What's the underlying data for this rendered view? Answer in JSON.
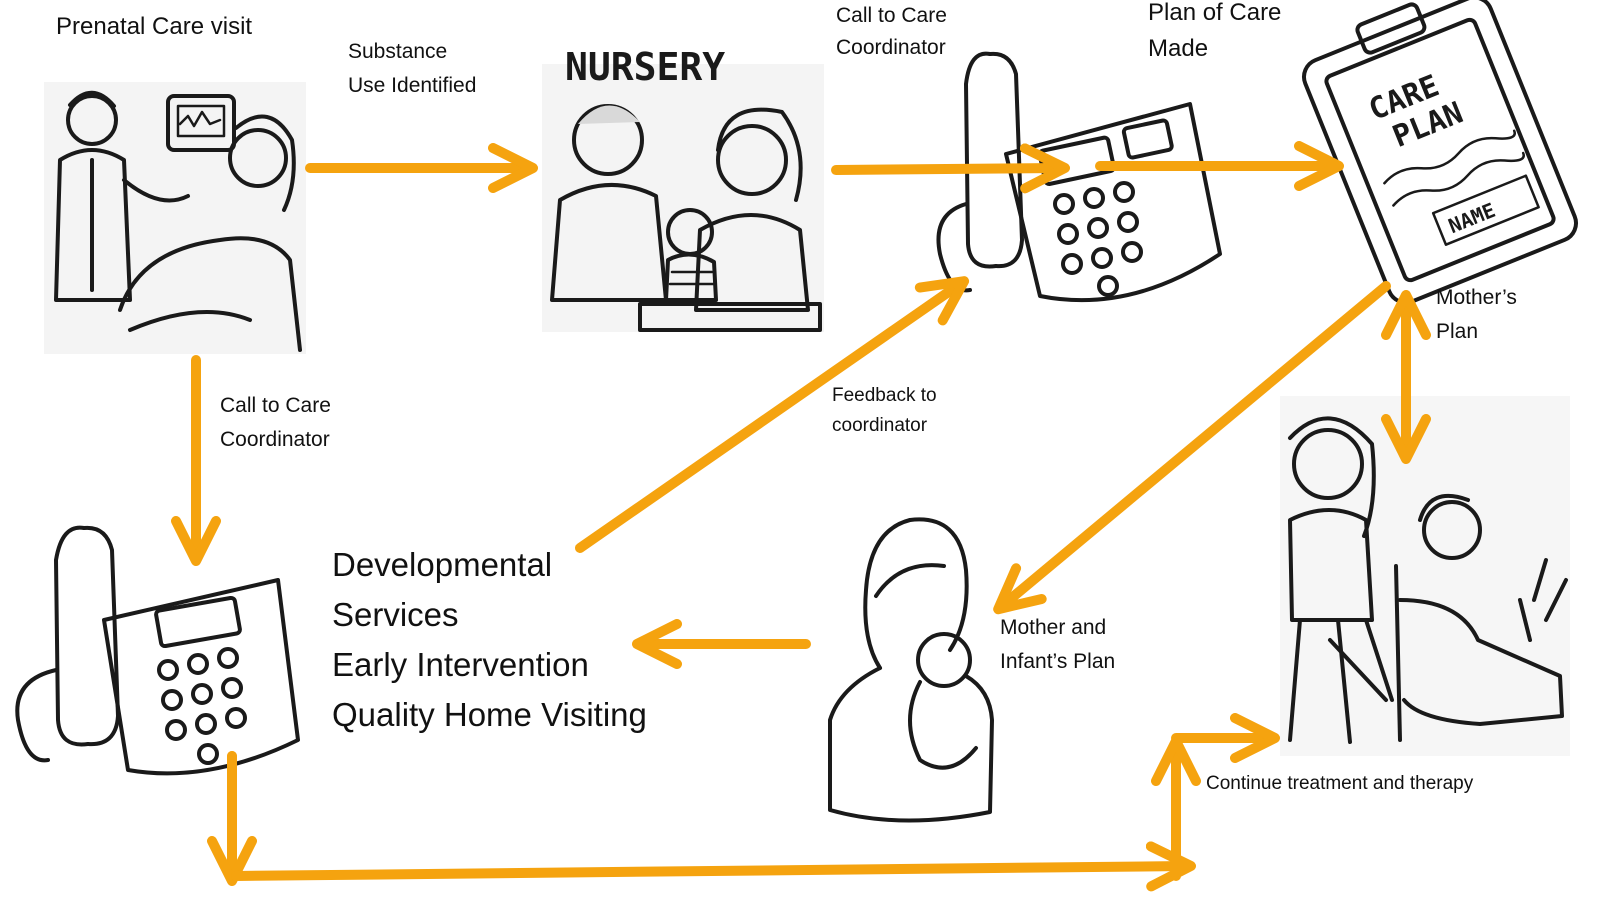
{
  "colors": {
    "arrow": "#F5A30F",
    "ink": "#1a1a1a"
  },
  "labels": {
    "prenatal_visit": "Prenatal Care visit",
    "substance_line1": "Substance",
    "substance_line2": "Use Identified",
    "call_top_line1": "Call to Care",
    "call_top_line2": "Coordinator",
    "plan_made_line1": "Plan of Care",
    "plan_made_line2": "Made",
    "mothers_plan_line1": "Mother’s",
    "mothers_plan_line2": "Plan",
    "call_left_line1": "Call to Care",
    "call_left_line2": "Coordinator",
    "feedback_line1": "Feedback to",
    "feedback_line2": "coordinator",
    "services_line1": "Developmental",
    "services_line2": "Services",
    "services_line3": "Early Intervention",
    "services_line4": "Quality Home Visiting",
    "mother_infant_line1": "Mother and",
    "mother_infant_line2": "Infant’s Plan",
    "continue_treatment": "Continue treatment and therapy"
  },
  "sketch_text": {
    "nursery": "NURSERY",
    "care_plan_line1": "CARE",
    "care_plan_line2": "PLAN",
    "name": "NAME"
  },
  "icons": [
    "prenatal-visit-sketch",
    "nursery-sketch",
    "phone-icon",
    "care-plan-clipboard-icon",
    "mother-infant-icon",
    "therapy-session-sketch"
  ]
}
